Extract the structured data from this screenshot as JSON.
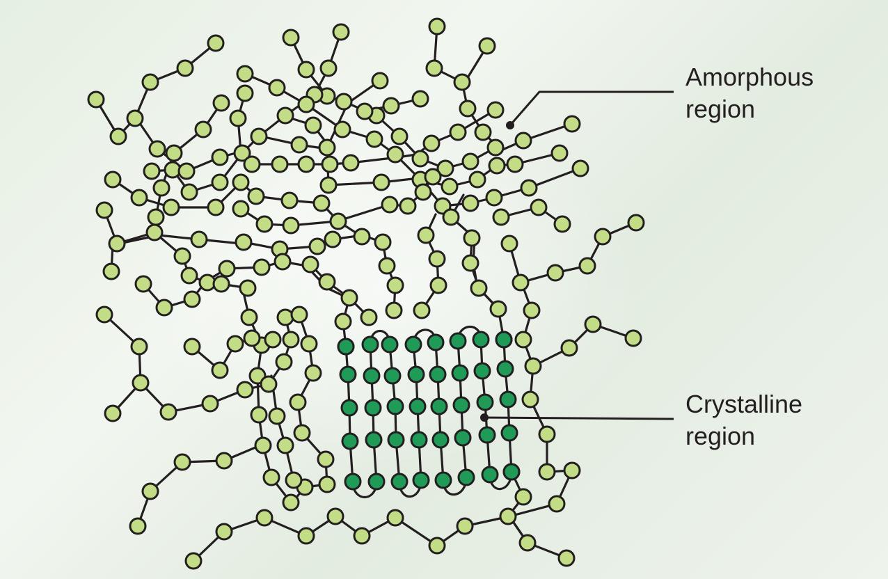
{
  "labels": {
    "amorphous": {
      "line1": "Amorphous",
      "line2": "region"
    },
    "crystalline": {
      "line1": "Crystalline",
      "line2": "region"
    }
  },
  "colors": {
    "bond": "#231f20",
    "amorphous_atom_fill": "#c2dd86",
    "crystalline_atom_fill": "#1f9a57",
    "atom_outline": "#231f20"
  },
  "icons": {
    "amorphous_atom": "light-green-circle",
    "crystalline_atom": "dark-green-circle"
  }
}
